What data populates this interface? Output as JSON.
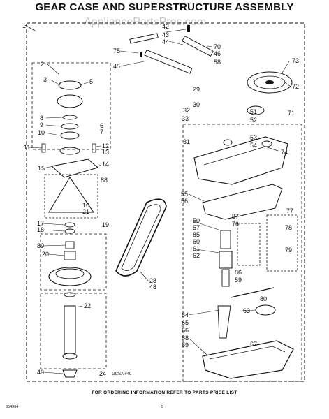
{
  "title": "GEAR CASE AND SUPERSTRUCTURE ASSEMBLY",
  "watermark": "AppliancePartsPros.com",
  "footer_note": "FOR ORDERING INFORMATION REFER TO PARTS PRICE LIST",
  "document_number": "354964",
  "page_number": "5",
  "drawing_code": "GCSA  #49",
  "part_labels": [
    "1",
    "2",
    "3",
    "5",
    "6",
    "7",
    "8",
    "9",
    "10",
    "11",
    "12",
    "13",
    "14",
    "15",
    "16",
    "17",
    "18",
    "19",
    "20",
    "21",
    "22",
    "24",
    "28",
    "29",
    "30",
    "31",
    "32",
    "33",
    "42",
    "43",
    "44",
    "45",
    "46",
    "48",
    "49",
    "50",
    "51",
    "52",
    "53",
    "54",
    "55",
    "56",
    "57",
    "58",
    "59",
    "60",
    "61",
    "62",
    "63",
    "64",
    "65",
    "66",
    "67",
    "68",
    "69",
    "70",
    "71",
    "72",
    "73",
    "74",
    "75",
    "76",
    "77",
    "78",
    "79",
    "80",
    "85",
    "86",
    "87",
    "88",
    "89"
  ]
}
